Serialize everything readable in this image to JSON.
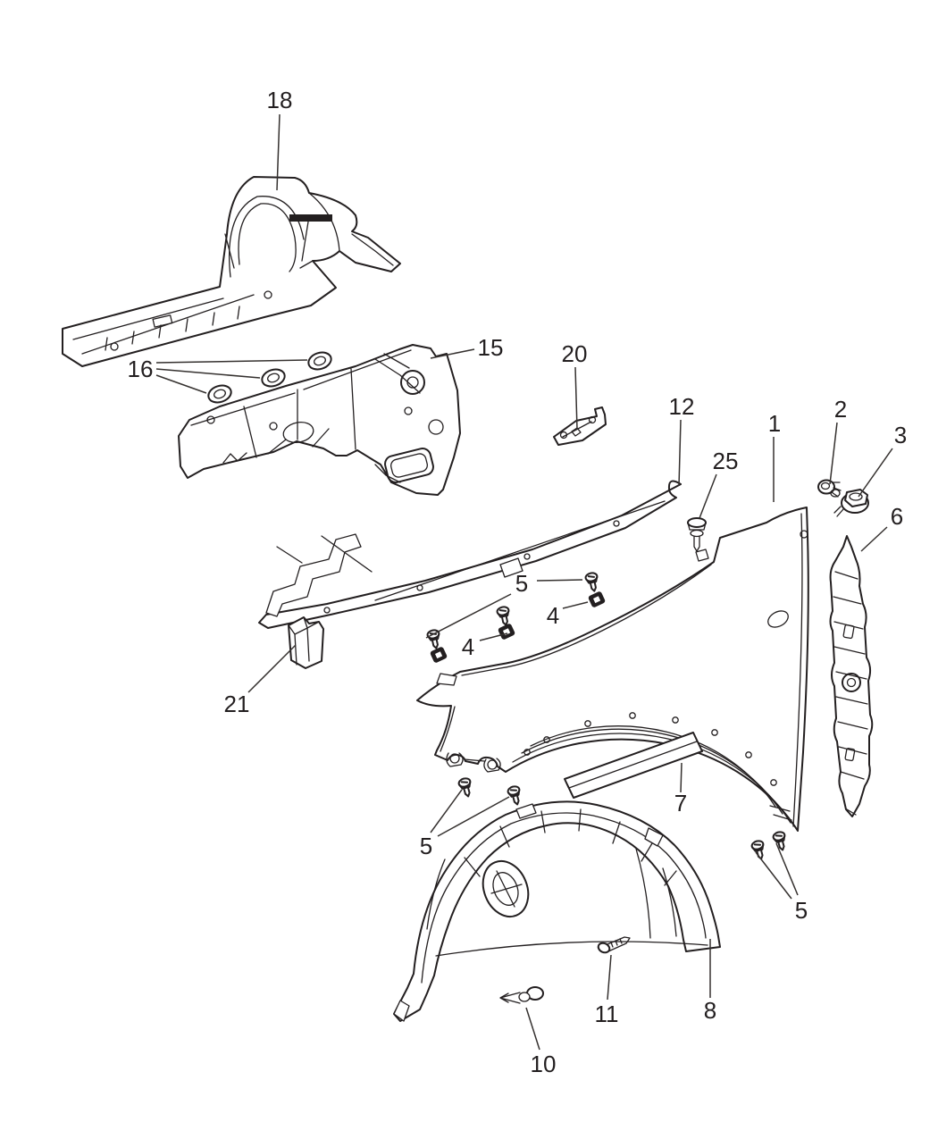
{
  "diagram": {
    "kind": "exploded-parts-line-diagram",
    "subject": "front-fender-and-wheelhouse",
    "background_color": "#ffffff",
    "line_color": "#231f20"
  },
  "callouts": {
    "c1": {
      "label": "1",
      "part": "front-fender-panel"
    },
    "c2": {
      "label": "2",
      "part": "u-nut-fastener"
    },
    "c3": {
      "label": "3",
      "part": "hex-head-bolt"
    },
    "c4a": {
      "label": "4",
      "part": "snap-in-clip"
    },
    "c4b": {
      "label": "4",
      "part": "snap-in-clip"
    },
    "c5a": {
      "label": "5",
      "part": "mounting-screws-top"
    },
    "c5b": {
      "label": "5",
      "part": "mounting-screws-front"
    },
    "c5c": {
      "label": "5",
      "part": "mounting-screws-rear"
    },
    "c6": {
      "label": "6",
      "part": "fender-support-bracket"
    },
    "c7": {
      "label": "7",
      "part": "fender-molding-strip"
    },
    "c8": {
      "label": "8",
      "part": "wheelhouse-splash-shield"
    },
    "c10": {
      "label": "10",
      "part": "push-pin-retainer"
    },
    "c11": {
      "label": "11",
      "part": "screw-pin"
    },
    "c12": {
      "label": "12",
      "part": "fender-closeout-panel"
    },
    "c15": {
      "label": "15",
      "part": "front-rail-extension"
    },
    "c16": {
      "label": "16",
      "part": "body-plugs"
    },
    "c18": {
      "label": "18",
      "part": "wheelhouse-apron-assembly"
    },
    "c20": {
      "label": "20",
      "part": "support-bracket"
    },
    "c21": {
      "label": "21",
      "part": "foam-block"
    },
    "c25": {
      "label": "25",
      "part": "push-pin-fastener"
    }
  }
}
